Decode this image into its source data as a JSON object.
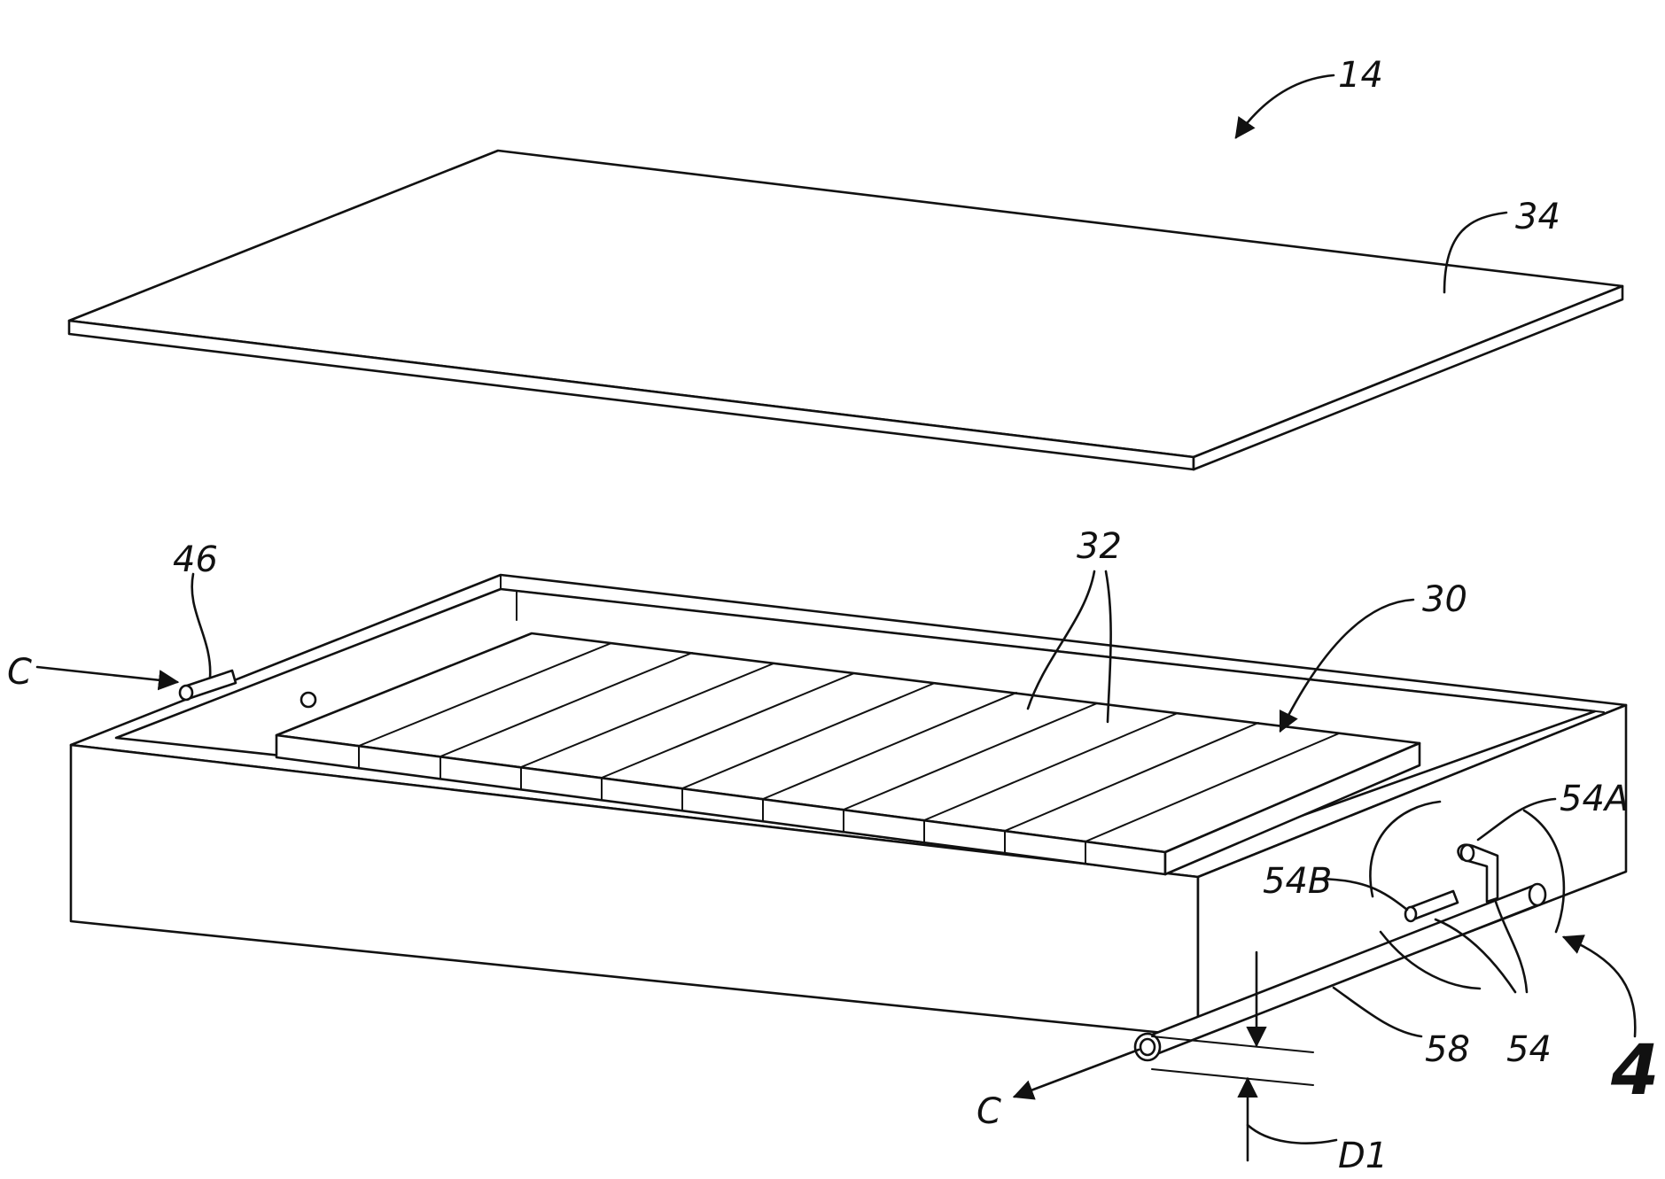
{
  "labels": {
    "assembly": "14",
    "cover": "34",
    "cells": "32",
    "cell_array": "30",
    "inlet_port": "46",
    "flow_in": "C",
    "flow_out": "C",
    "cooling_tube": "58",
    "branch_a": "54A",
    "branch_b": "54B",
    "branch": "54",
    "detail_view": "4",
    "diameter": "D1"
  }
}
